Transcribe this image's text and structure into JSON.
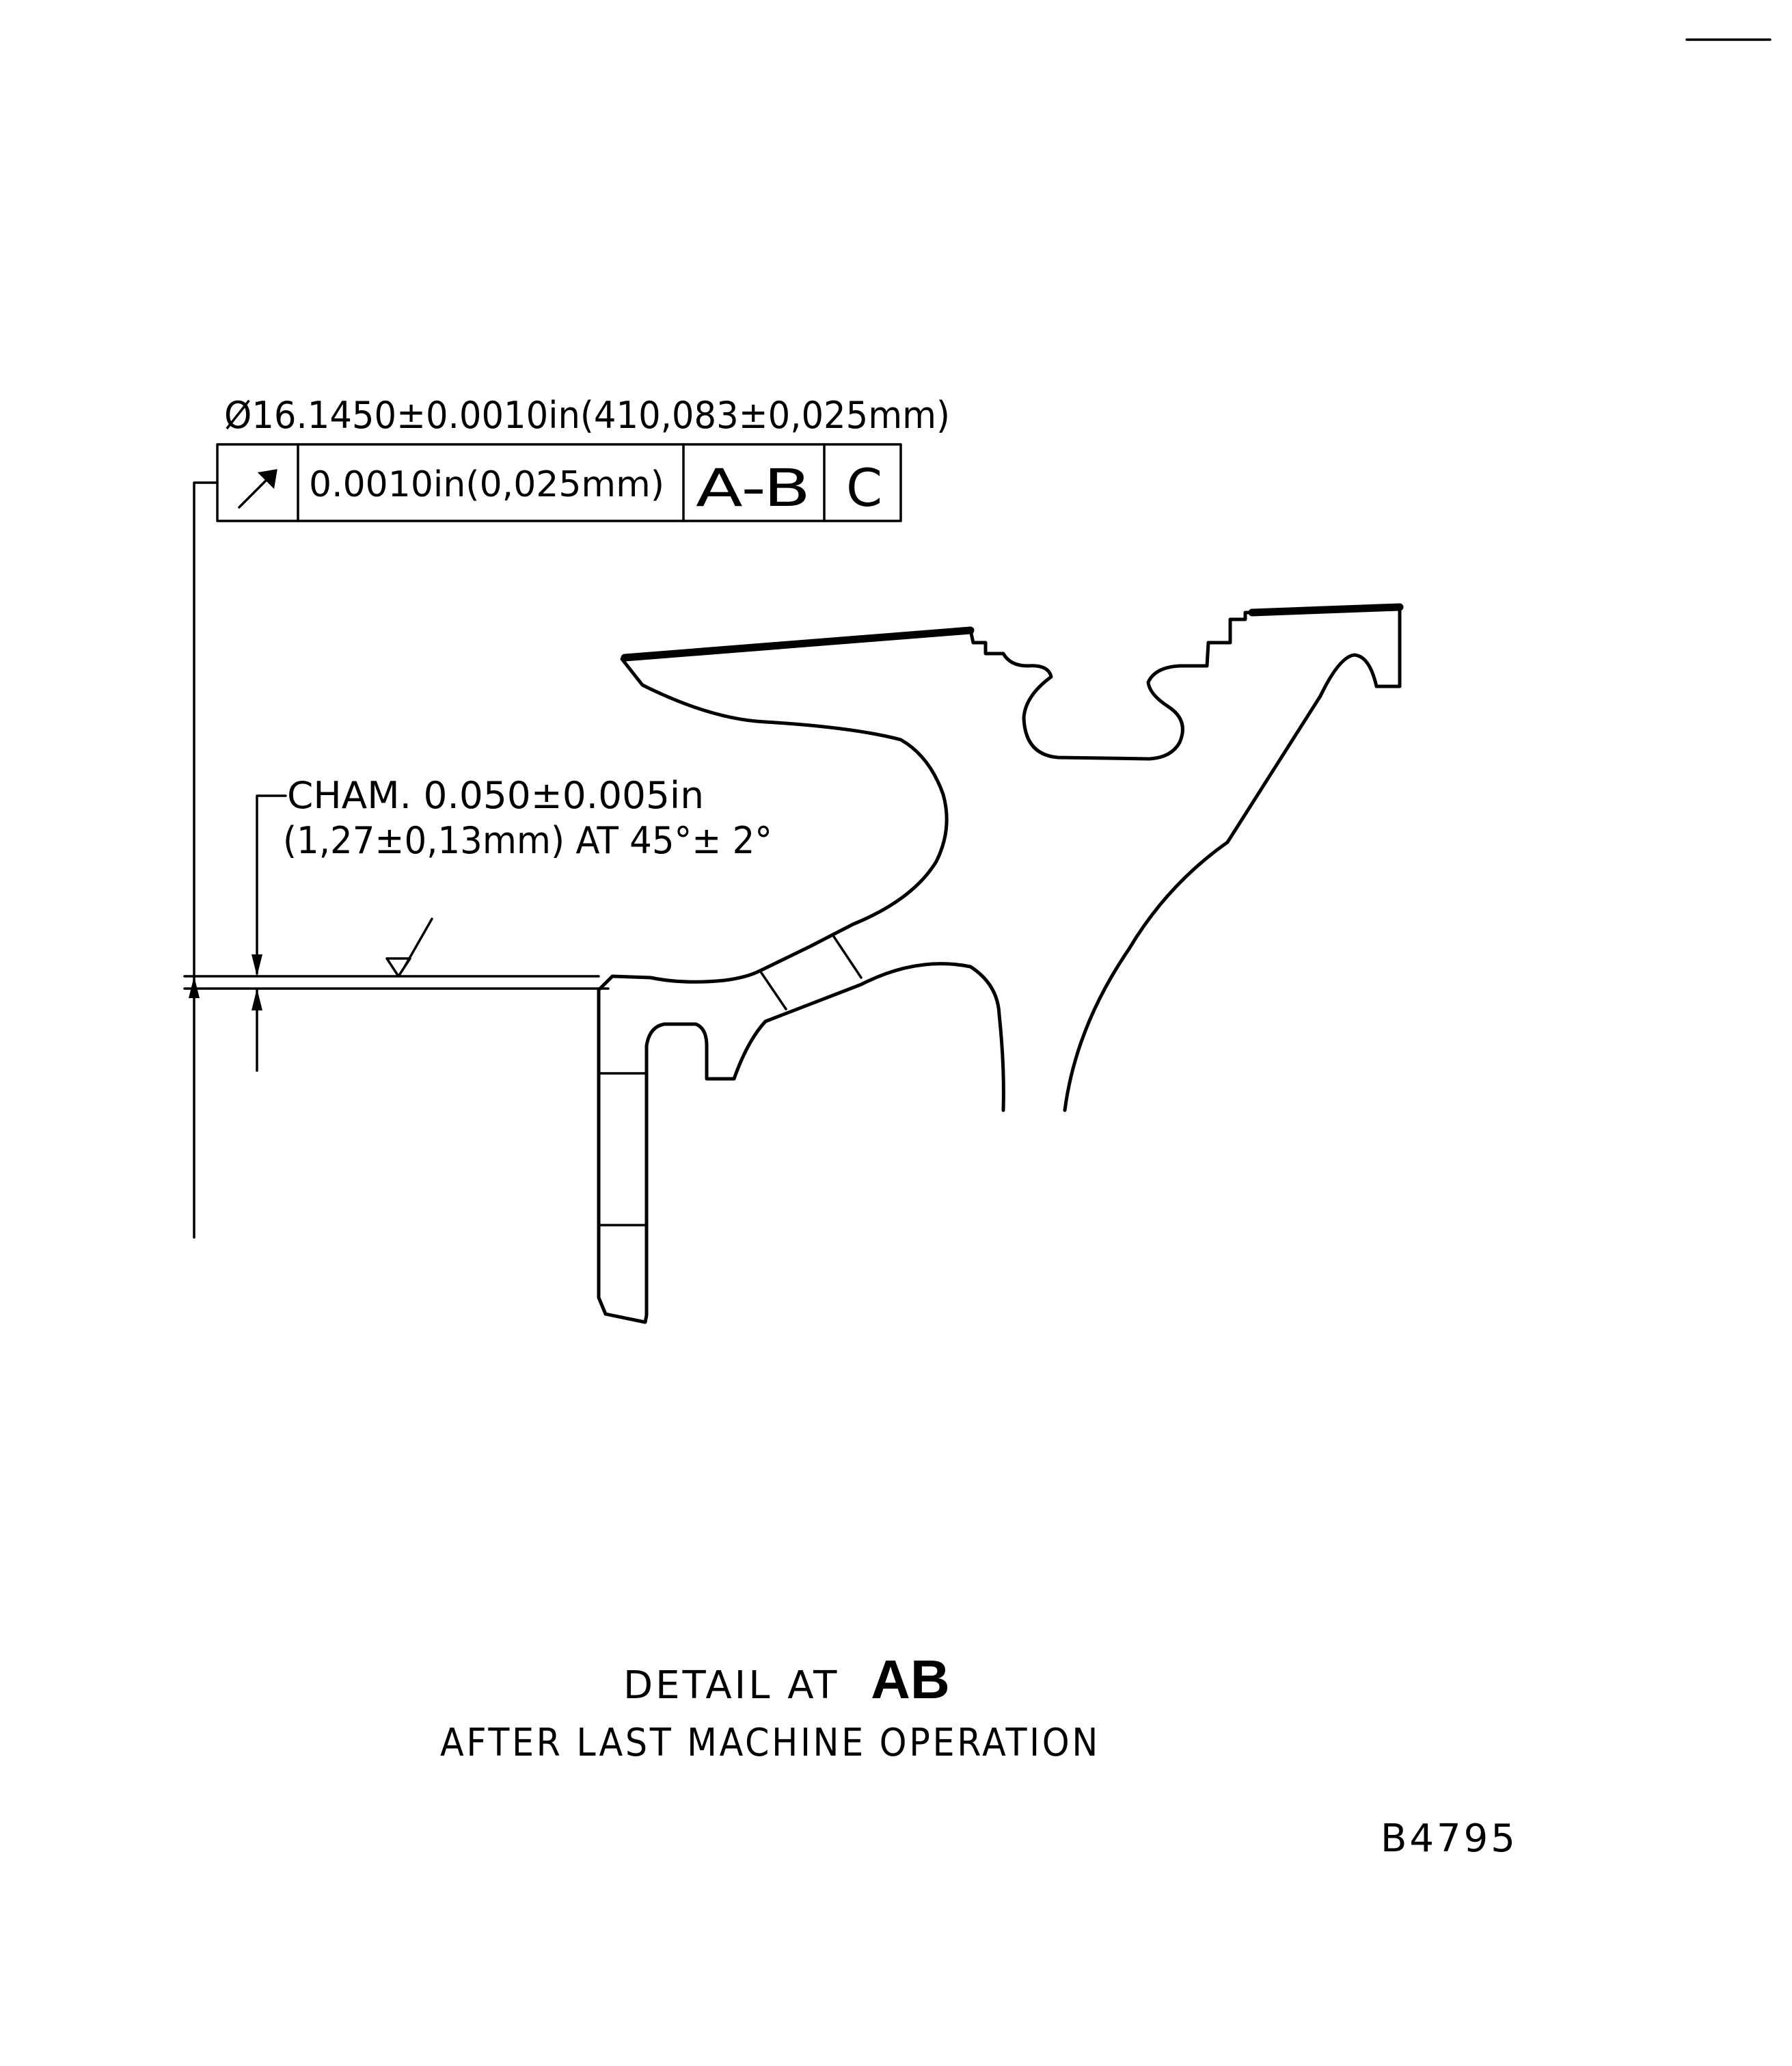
{
  "diameter_callout": "Ø16.1450±0.0010in(410,083±0,025mm)",
  "feature_control_frame": {
    "symbol": "circular-runout-icon",
    "tolerance": "0.0010in(0,025mm)",
    "datum_primary": "A-B",
    "datum_secondary": "C"
  },
  "chamfer_note": {
    "line1": "CHAM. 0.050±0.005in",
    "line2": "(1,27±0,13mm) AT 45°± 2°"
  },
  "surface_finish_symbol": "surface-finish-icon",
  "caption": {
    "line1_prefix": "DETAIL AT",
    "line1_detail": "AB",
    "line2": "AFTER LAST MACHINE OPERATION"
  },
  "figure_number": "B4795"
}
